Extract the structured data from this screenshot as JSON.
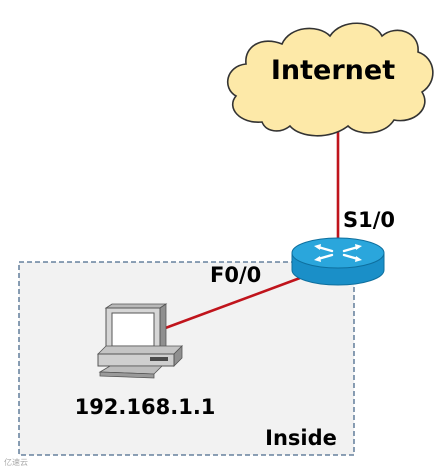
{
  "diagram": {
    "cloud_label": "Internet",
    "router_serial_interface": "S1/0",
    "router_fast_ethernet_interface": "F0/0",
    "host_ip": "192.168.1.1",
    "zone_label": "Inside",
    "watermark": "亿速云"
  },
  "colors": {
    "cloud_fill": "#fde9a8",
    "cloud_stroke": "#333333",
    "link": "#c0141c",
    "router_body": "#1a8fc8",
    "router_top": "#2aa6dc",
    "zone_fill": "#f2f2f2",
    "zone_border": "#4a6a8c"
  }
}
